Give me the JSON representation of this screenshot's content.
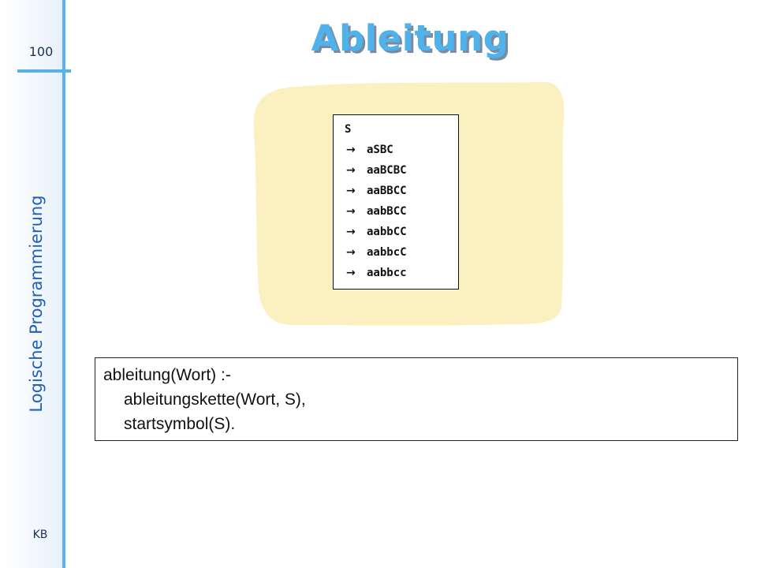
{
  "sidebar": {
    "slide_number": "100",
    "course_title": "Logische Programmierung",
    "author": "KB"
  },
  "slide": {
    "title": "Ableitung"
  },
  "derivation": {
    "start": "S",
    "arrow_symbol": "→",
    "steps": [
      "aSBC",
      "aaBCBC",
      "aaBBCC",
      "aabBCC",
      "aabbCC",
      "aabbcC",
      "aabbcc"
    ]
  },
  "code": {
    "lines": [
      "ableitung(Wort) :-",
      "ableitungskette(Wort, S),",
      "startsymbol(S)."
    ]
  },
  "colors": {
    "accent": "#5ab0e8",
    "title": "#4fb2ea",
    "highlight": "#fbf0bf"
  }
}
